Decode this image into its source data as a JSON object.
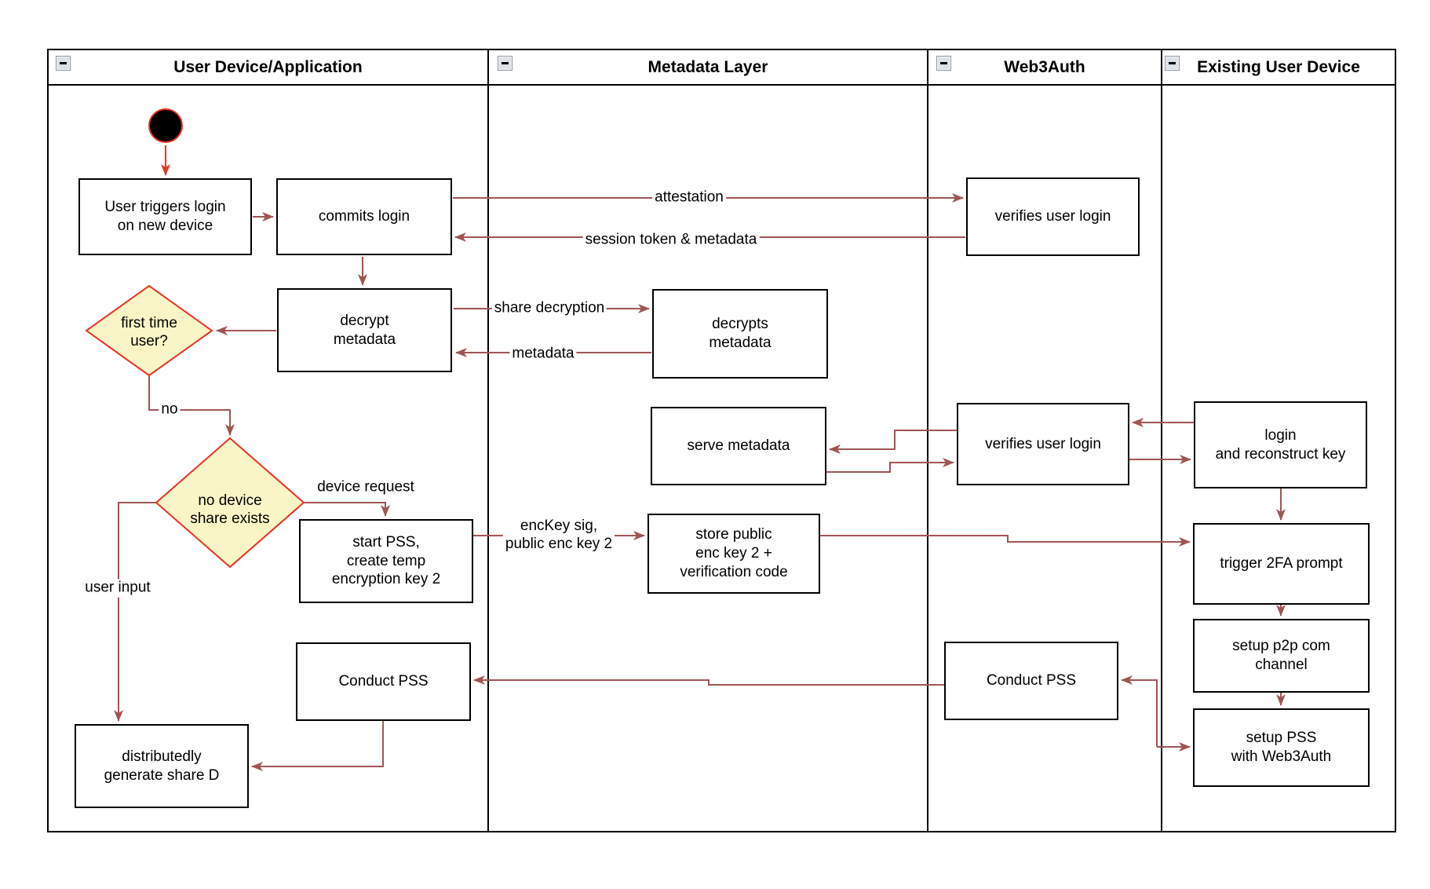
{
  "colors": {
    "arrow": "#a05555",
    "highlight": "#e93223",
    "decision_fill": "#f9f5c7",
    "decision_border": "#eb3223",
    "box_border": "#000000",
    "lane_border": "#000000"
  },
  "lanes": [
    {
      "title": "User Device/Application"
    },
    {
      "title": "Metadata Layer"
    },
    {
      "title": "Web3Auth"
    },
    {
      "title": "Existing User Device"
    }
  ],
  "nodes": {
    "user_triggers": {
      "label": "User triggers login\non new device"
    },
    "commits_login": {
      "label": "commits login"
    },
    "verifies_login_1": {
      "label": "verifies user login"
    },
    "decrypt_metadata": {
      "label": "decrypt\nmetadata"
    },
    "decrypts_metadata": {
      "label": "decrypts\nmetadata"
    },
    "serve_metadata": {
      "label": "serve metadata"
    },
    "verifies_login_2": {
      "label": "verifies user login"
    },
    "login_reconstruct": {
      "label": "login\nand reconstruct key"
    },
    "start_pss": {
      "label": "start PSS,\ncreate temp\nencryption key 2"
    },
    "store_public": {
      "label": "store public\nenc key 2 +\nverification code"
    },
    "trigger_2fa": {
      "label": "trigger 2FA prompt"
    },
    "setup_p2p": {
      "label": "setup p2p com\nchannel"
    },
    "setup_pss": {
      "label": "setup PSS\nwith Web3Auth"
    },
    "conduct_pss_device": {
      "label": "Conduct PSS"
    },
    "conduct_pss_web3": {
      "label": "Conduct PSS"
    },
    "generate_share": {
      "label": "distributedly\ngenerate share D"
    }
  },
  "decisions": {
    "first_time": {
      "label": "first time\nuser?"
    },
    "no_device": {
      "label": "no device\nshare exists"
    }
  },
  "edge_labels": {
    "attestation": "attestation",
    "session_token": "session token & metadata",
    "share_decryption": "share decryption",
    "metadata": "metadata",
    "no": "no",
    "device_request": "device request",
    "user_input": "user input",
    "enckey": "encKey sig,\npublic enc key 2"
  }
}
